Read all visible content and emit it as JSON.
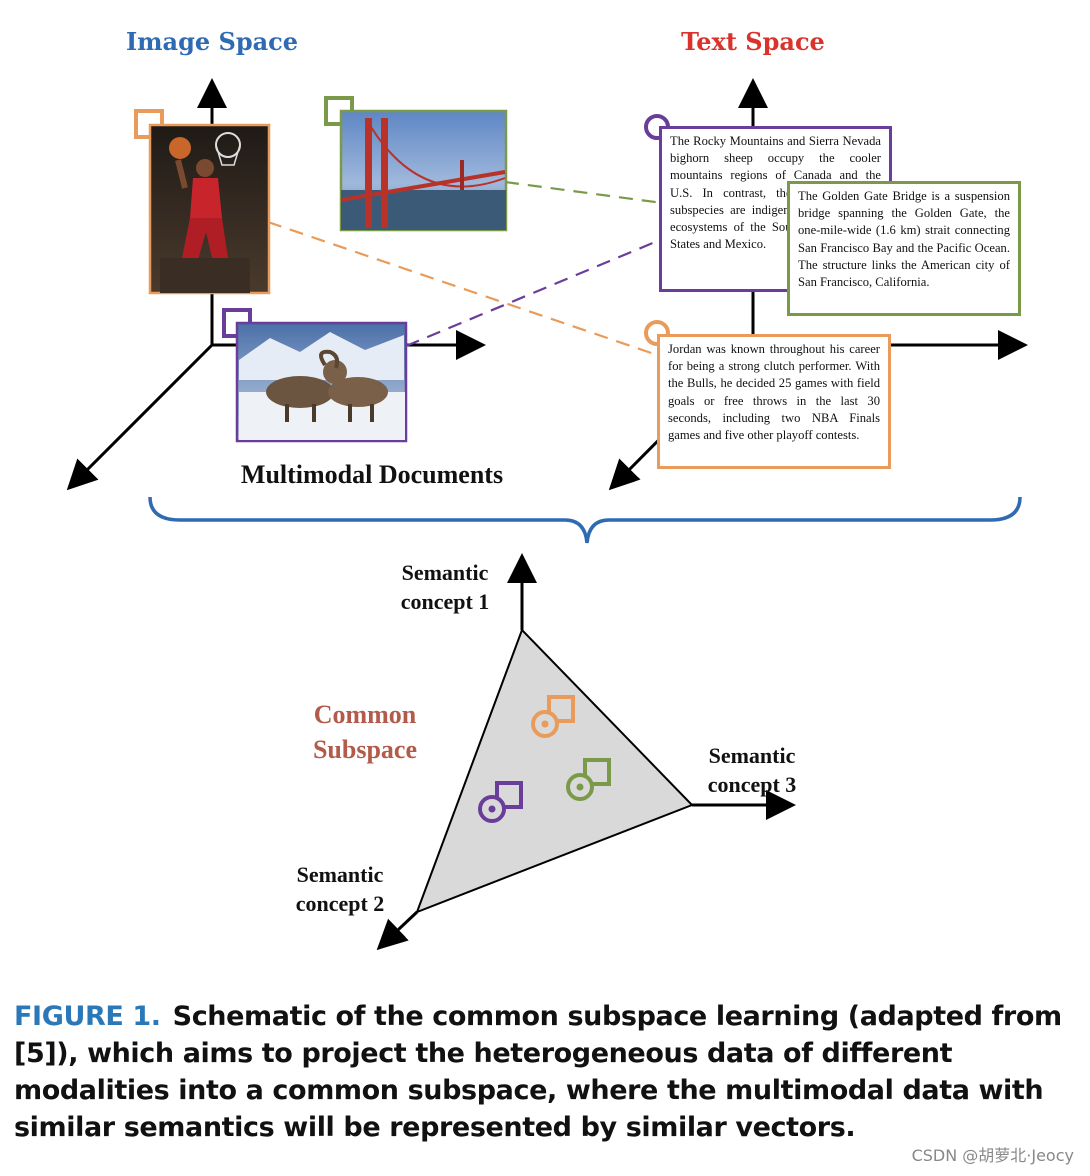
{
  "image_space": {
    "title": "Image Space"
  },
  "text_space": {
    "title": "Text Space"
  },
  "documents": {
    "rocky": "The Rocky Mountains and Sierra Nevada bighorn sheep occupy the cooler mountains regions of Canada and the U.S. In contrast, the desert bighorn subspecies are indigenous to the desert ecosystems of the Southwestern United States and Mexico.",
    "golden": "The Golden Gate Bridge is a suspension bridge spanning the Golden Gate, the one-mile-wide (1.6 km) strait connecting San Francisco Bay and the Pacific Ocean. The structure links the American city of San Francisco, California.",
    "jordan": "Jordan was known throughout his career for being a strong clutch performer. With the Bulls, he decided 25 games with field goals or free throws in the last 30 seconds, including two NBA Finals games and five other playoff contests."
  },
  "multimodal_label": "Multimodal Documents",
  "subspace": {
    "label_line1": "Common",
    "label_line2": "Subspace",
    "concept1_line1": "Semantic",
    "concept1_line2": "concept 1",
    "concept2_line1": "Semantic",
    "concept2_line2": "concept 2",
    "concept3_line1": "Semantic",
    "concept3_line2": "concept 3"
  },
  "colors": {
    "orange": "#e89b5a",
    "green": "#7a9a4a",
    "purple": "#6a3d9a",
    "blue": "#2f6bb3",
    "red": "#d9332b"
  },
  "caption": {
    "label": "FIGURE 1.",
    "text": "Schematic of the common subspace learning (adapted from [5]), which aims to project the heterogeneous data of different modalities into a common subspace, where the multimodal data with similar semantics will be represented by similar vectors."
  },
  "watermark": "CSDN @胡萝北·Jeocy"
}
